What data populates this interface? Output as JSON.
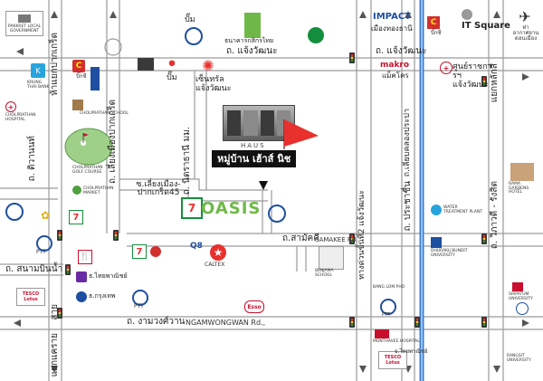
{
  "roads": {
    "chaengwattana_top": "ถ. แจ้งวัฒนะ",
    "chaengwattana_right": "ถ. แจ้งวัฒนะ",
    "pakkret_left": "ห้าแยกปากเกร็ด",
    "tiwanon": "ถ. ติวานนท์",
    "sanambin": "ถ. สนามบินน้ำ",
    "lai": "สาย",
    "khaek": "แยกแคราย",
    "muang_pakkret": "ถ. เลี่ยงเมืองปากเกร็ด",
    "soi_muang_45": "ซ.เลี่ยงเมือง-ปากเกร็ด45",
    "nitradhani": "ถ. นิตราธานี",
    "mm": "มม.",
    "samakkee_th": "ถ.สามัคคี",
    "samakkee_en": "SAMAKEE Rd.,",
    "ngamwongwan_th": "ถ. งามวงศ์วาน",
    "ngamwongwan_en": "NGAMWONGWAN Rd.,",
    "jaengwattana_side": "ทางด่วนขั้นที่2 แจ้งวัฒนะ",
    "prachachuen": "ถ. ประชาชื่น",
    "khlong_prapa": "ถ.เลียบคลองประปา",
    "vibhavadi": "ถ. วิภาวดี - รังสิต",
    "laksi": "แยกหลักสี่"
  },
  "landmarks": {
    "pakkret_govt": "PAKKRET LOCAL GOVERNMENT",
    "krungthai": "KRUNG THAI BANK",
    "bigc_left": "บิ๊กซี",
    "chol_school": "CHOLPRATHAN SCHOOL",
    "chol_hospital": "CHOLPRATHAN HOSPITAL",
    "chol_golf": "CHOLPRATHAN GOLF COURSE",
    "chol_market": "CHOLPRATHAN MARKET",
    "pump_top": "ปั๊ม",
    "pump_shell": "ปั๊ม",
    "kbank": "ธนาคารกสิกรไทย",
    "chaeng_top": "เซ็นทรัล แจ้งวัฒนะ",
    "impact": "IMPACT",
    "muang_thong": "เมืองทองธานี",
    "it_square": "IT Square",
    "bigc_right": "บิ๊กซี",
    "makro_th": "แม็คโคร",
    "makro": "makro",
    "gov_complex": "ศูนย์ราชการฯ แจ้งวัฒนะ",
    "airport": "ท่าอากาศยาน ดอนเมือง",
    "water_plant": "WATER TREATMENT PLANT",
    "dhurakij": "DHURAKIJ BUNDIT UNIVERSITY",
    "rama_garden": "RAMA GARDENS HOTEL",
    "oasis": "OASIS",
    "q8": "Q8",
    "caltex": "CALTEX",
    "benjama": "BENJAMA SCHOOL",
    "wat_plak": "BANG LOM PHO",
    "tesco_left": "TESCO Lotus",
    "tesco_right": "TESCO Lotus",
    "tmb": "ธ.ไทยพาณิชย์",
    "tmb_right": "ธ.ไทยพาณิชย์",
    "tm_krung": "ธ.กรุงเทพ",
    "ptt_a": "PTT",
    "ptt_b": "PTT",
    "ptt_c": "PTT",
    "ptt_d": "PTT",
    "esso": "Esso",
    "montawee": "MONTHAVEE HOSPITAL",
    "sripatum": "SRIPATUM UNIVERSITY",
    "rsu": "RANGSIT UNIVERSITY",
    "seven": "7",
    "shell": "Shell"
  },
  "project": {
    "brand": "HAUS",
    "name_th": "หมู่บ้าน เฮ้าส์ นิช"
  },
  "colors": {
    "road": "#9a9a9a",
    "canal": "#3a7bd5",
    "flag": "#e8302c",
    "signal": "#3a8a3a"
  }
}
